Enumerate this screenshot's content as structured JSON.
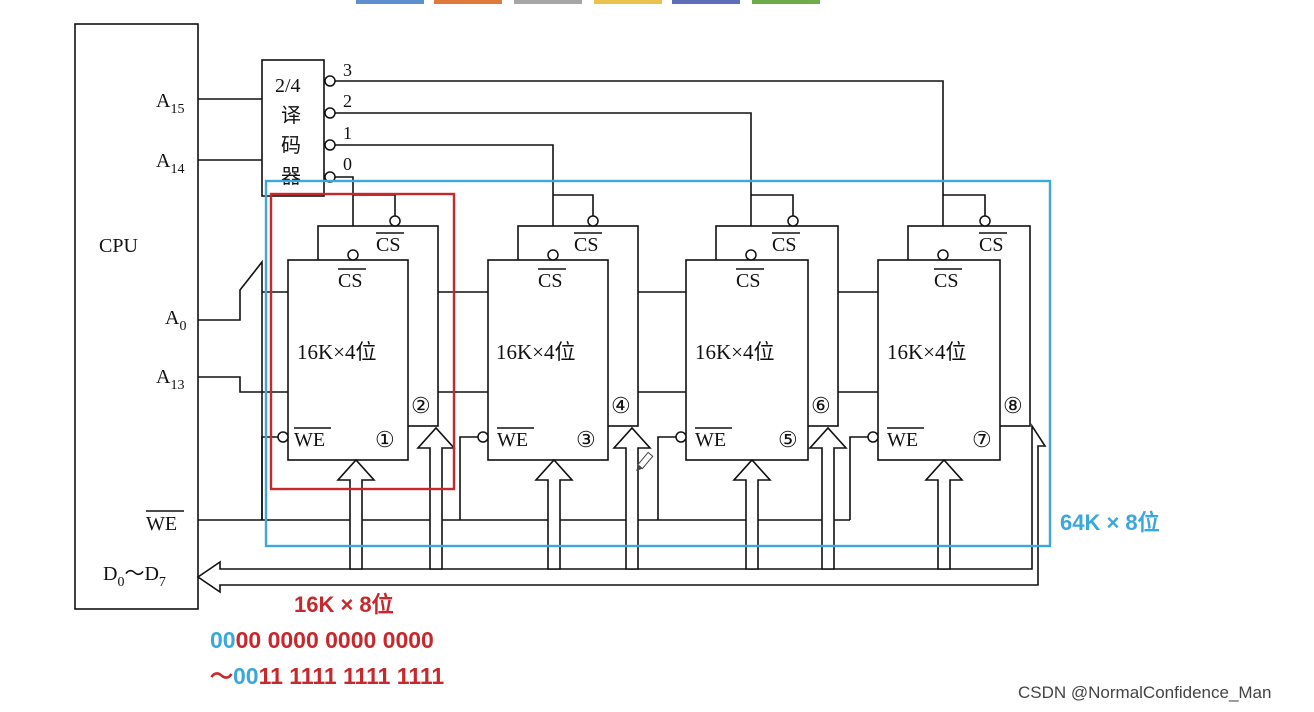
{
  "cpu": {
    "label": "CPU",
    "pins": [
      {
        "name": "A",
        "sub": "15"
      },
      {
        "name": "A",
        "sub": "14"
      },
      {
        "name": "A",
        "sub": "0"
      },
      {
        "name": "A",
        "sub": "13"
      },
      {
        "name": "WE",
        "overline": true
      },
      {
        "name": "D",
        "sub0": "0",
        "mid": "～D",
        "sub1": "7"
      }
    ]
  },
  "decoder": {
    "label_lines": [
      "2/4",
      "译",
      "码",
      "器"
    ],
    "outputs": [
      "3",
      "2",
      "1",
      "0"
    ]
  },
  "chip": {
    "cs_label": "CS",
    "we_label": "WE",
    "capacity": "16K×4位"
  },
  "chip_numbers": [
    "①",
    "②",
    "③",
    "④",
    "⑤",
    "⑥",
    "⑦",
    "⑧"
  ],
  "annotations": {
    "group_label": "16K × 8位",
    "total_label": "64K × 8位",
    "range_start_blue": "00",
    "range_start_red": "00 0000 0000 0000",
    "range_tilde": "～",
    "range_end_blue": "00",
    "range_end_red": "11 1111 1111 1111"
  },
  "watermark": "CSDN @NormalConfidence_Man",
  "colors": {
    "group_highlight": "#c8282c",
    "total_highlight": "#3aa8dc",
    "annotation_red": "#c8282c",
    "annotation_blue": "#3aa8dc",
    "top_tabs": [
      "#5b8fd0",
      "#e07a3c",
      "#a6a6a6",
      "#e8c24a",
      "#5c6fb8",
      "#6fac4a"
    ]
  }
}
